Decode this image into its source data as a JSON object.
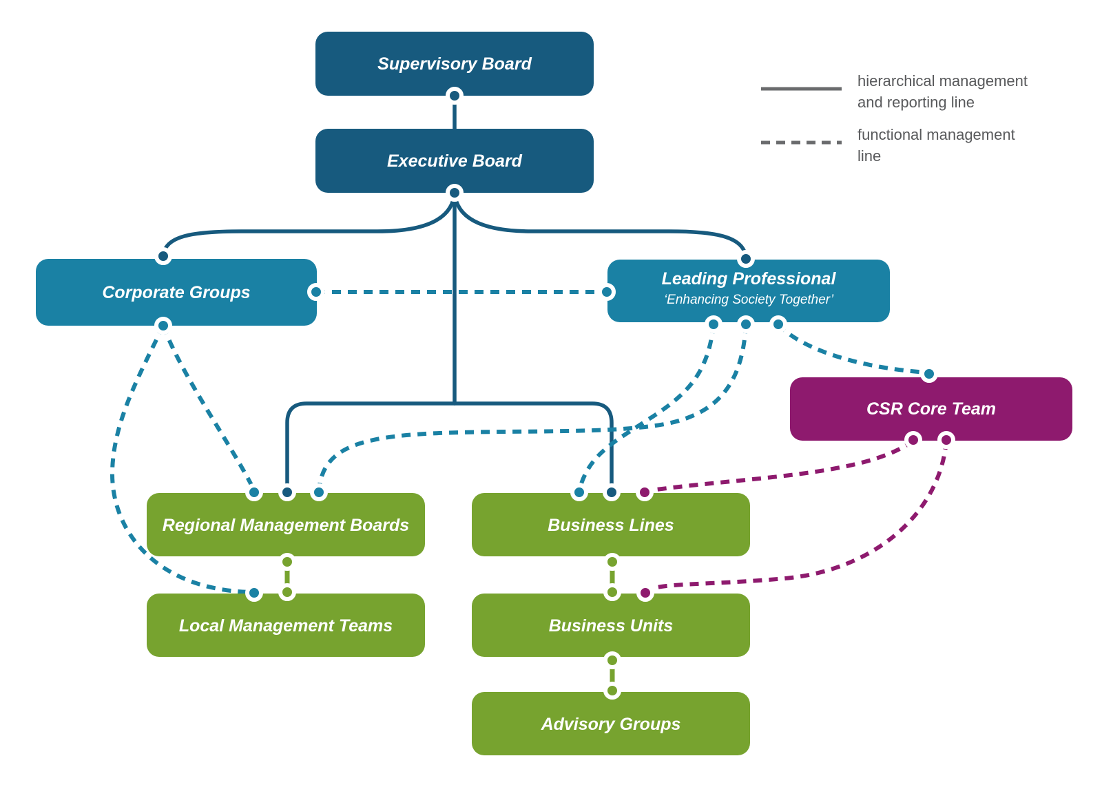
{
  "colors": {
    "dark_blue": "#175A7E",
    "teal": "#1A81A4",
    "green": "#77A32F",
    "purple": "#8E1A6E",
    "legend_gray": "#6A6B6D",
    "legend_text": "#58595B"
  },
  "nodes": {
    "supervisory_board": {
      "label": "Supervisory Board"
    },
    "executive_board": {
      "label": "Executive Board"
    },
    "corporate_groups": {
      "label": "Corporate Groups"
    },
    "leading_professional": {
      "label": "Leading Professional",
      "subtitle": "‘Enhancing Society Together’"
    },
    "csr_core_team": {
      "label": "CSR Core Team"
    },
    "regional_management_boards": {
      "label": "Regional Management Boards"
    },
    "local_management_teams": {
      "label": "Local Management Teams"
    },
    "business_lines": {
      "label": "Business Lines"
    },
    "business_units": {
      "label": "Business Units"
    },
    "advisory_groups": {
      "label": "Advisory Groups"
    }
  },
  "legend": {
    "items": [
      {
        "style": "solid",
        "label_line1": "hierarchical management",
        "label_line2": "and reporting line"
      },
      {
        "style": "dashed",
        "label_line1": "functional management",
        "label_line2": "line"
      }
    ]
  }
}
